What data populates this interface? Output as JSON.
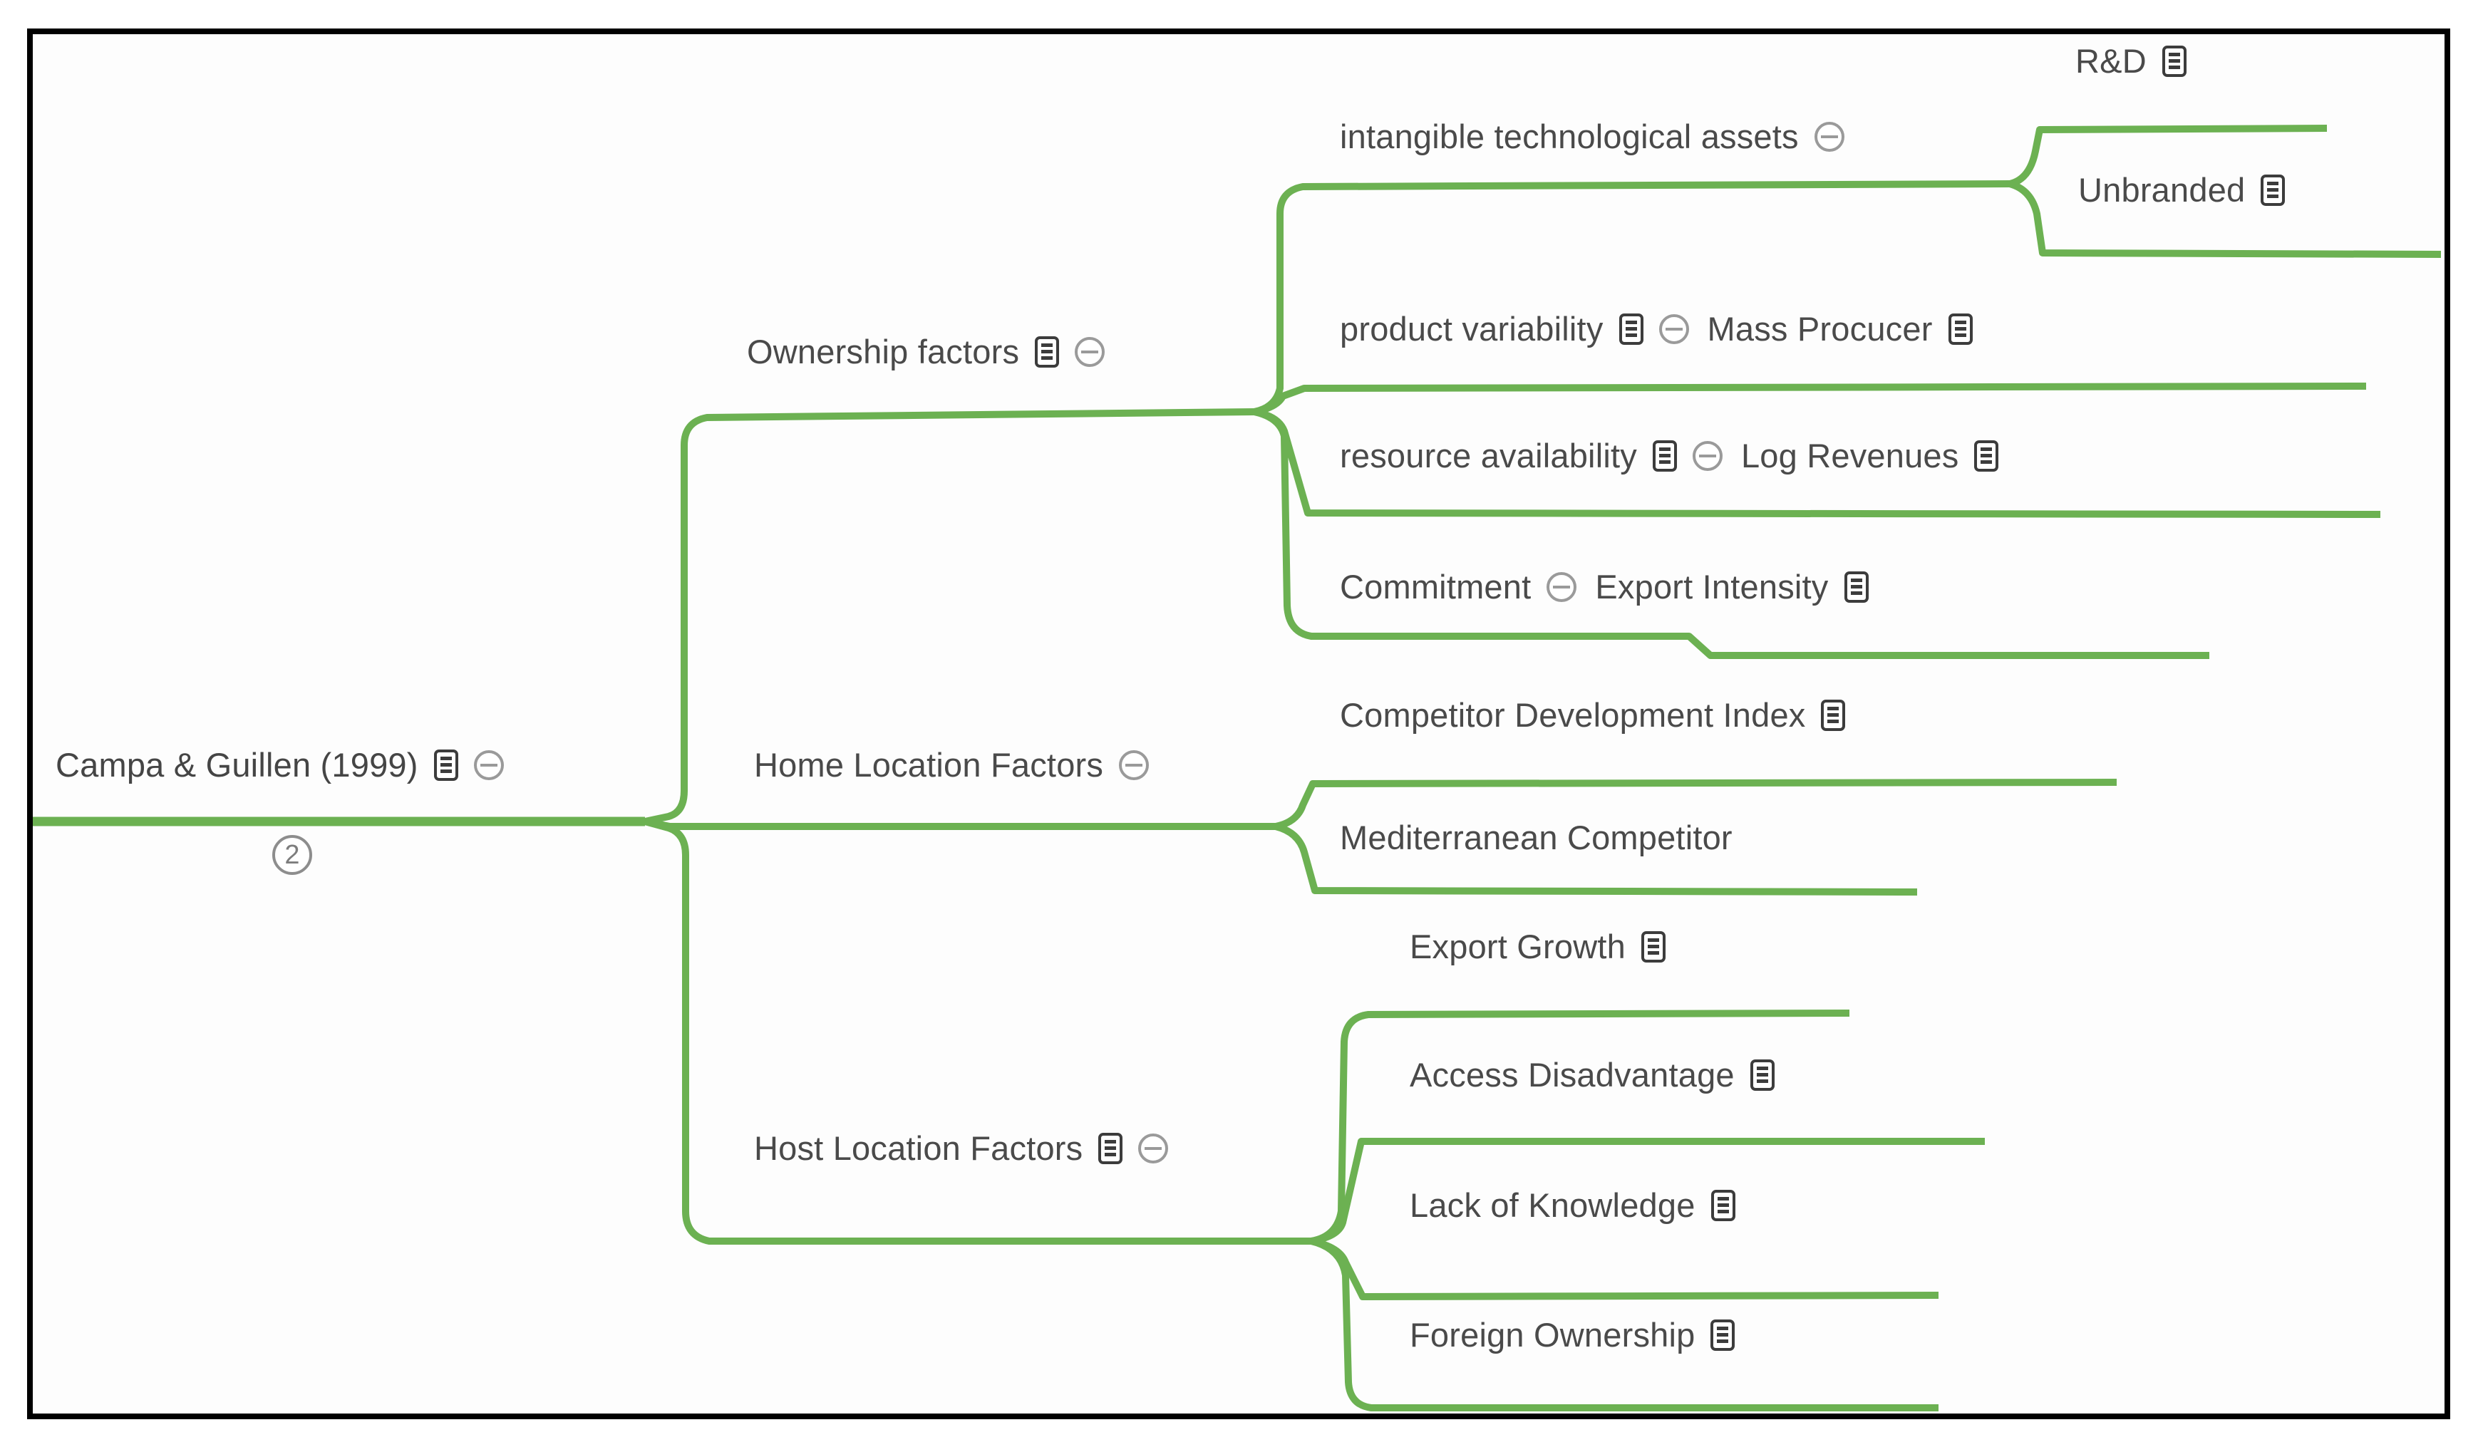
{
  "diagram": {
    "type": "mind-map",
    "orientation": "left-to-right",
    "branch_color": "#6cb152",
    "text_color": "#4a4a4a",
    "icon_color": "#3c3c3c",
    "collapse_icon_color": "#9a9a9a",
    "background": "#ffffff",
    "border_color": "#000000"
  },
  "root": {
    "label": "Campa & Guillen (1999)",
    "has_note": true,
    "has_collapse": true,
    "badge": "2"
  },
  "branches": [
    {
      "id": "ownership",
      "label": "Ownership factors",
      "has_note": true,
      "has_collapse": true,
      "children": [
        {
          "id": "intangible",
          "label": "intangible technological assets",
          "has_note": false,
          "has_collapse": true,
          "children": [
            {
              "id": "rnd",
              "label": "R&D",
              "has_note": true,
              "has_collapse": false
            },
            {
              "id": "unbranded",
              "label": "Unbranded",
              "has_note": true,
              "has_collapse": false
            }
          ]
        },
        {
          "id": "product-variability",
          "label": "product variability",
          "has_note": true,
          "has_collapse": true,
          "inline_child": {
            "id": "mass-procucer",
            "label": "Mass Procucer",
            "has_note": true
          }
        },
        {
          "id": "resource-availability",
          "label": "resource availability",
          "has_note": true,
          "has_collapse": true,
          "inline_child": {
            "id": "log-revenues",
            "label": "Log Revenues",
            "has_note": true
          }
        },
        {
          "id": "commitment",
          "label": "Commitment",
          "has_note": false,
          "has_collapse": true,
          "inline_child": {
            "id": "export-intensity",
            "label": "Export Intensity",
            "has_note": true
          }
        }
      ]
    },
    {
      "id": "home-location",
      "label": "Home Location Factors",
      "has_note": false,
      "has_collapse": true,
      "children": [
        {
          "id": "competitor-development-index",
          "label": "Competitor Development Index",
          "has_note": true,
          "has_collapse": false
        },
        {
          "id": "mediterranean-competitor",
          "label": "Mediterranean Competitor",
          "has_note": false,
          "has_collapse": false
        }
      ]
    },
    {
      "id": "host-location",
      "label": "Host Location Factors",
      "has_note": true,
      "has_collapse": true,
      "children": [
        {
          "id": "export-growth",
          "label": "Export Growth",
          "has_note": true,
          "has_collapse": false
        },
        {
          "id": "access-disadvantage",
          "label": "Access Disadvantage",
          "has_note": true,
          "has_collapse": false
        },
        {
          "id": "lack-of-knowledge",
          "label": "Lack of Knowledge",
          "has_note": true,
          "has_collapse": false
        },
        {
          "id": "foreign-ownership",
          "label": "Foreign Ownership",
          "has_note": true,
          "has_collapse": false
        }
      ]
    }
  ]
}
